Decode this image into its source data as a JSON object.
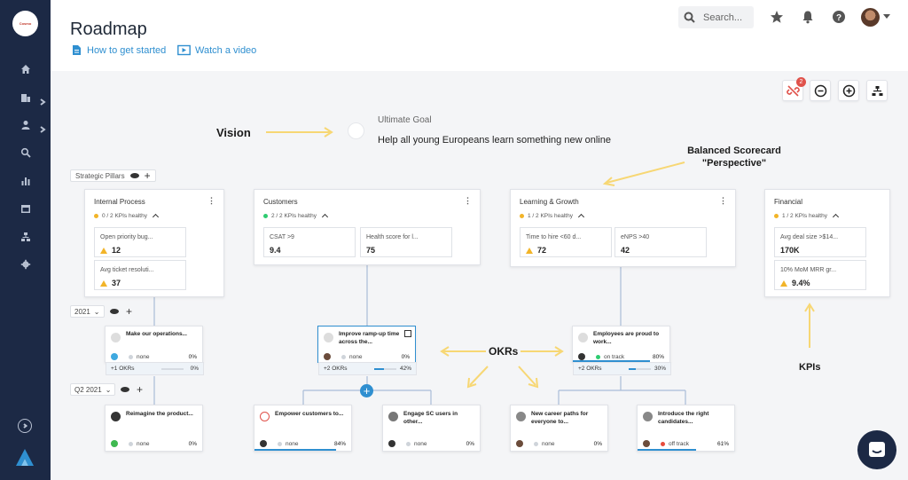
{
  "header": {
    "title": "Roadmap",
    "link_started": "How to get started",
    "link_video": "Watch a video",
    "search_placeholder": "Search..."
  },
  "sidebar": {
    "logo_text": "Cosmo"
  },
  "toolbar": {
    "badge_count": "2"
  },
  "annotations": {
    "vision": "Vision",
    "balanced_line1": "Balanced Scorecard",
    "balanced_line2": "\"Perspective\"",
    "okrs": "OKRs",
    "kpis": "KPIs"
  },
  "vision": {
    "label": "Ultimate Goal",
    "text": "Help all young Europeans learn something new online"
  },
  "pills": {
    "strategic": "Strategic Pillars",
    "year": "2021",
    "quarter": "Q2 2021"
  },
  "pillars": [
    {
      "title": "Internal Process",
      "health": "0 / 2 KPIs healthy",
      "health_color": "#f2b428",
      "kpis": [
        {
          "name": "Open priority bug...",
          "value": "12",
          "warn": true
        },
        {
          "name": "Avg ticket resoluti...",
          "value": "37",
          "warn": true
        }
      ]
    },
    {
      "title": "Customers",
      "health": "2 / 2 KPIs healthy",
      "health_color": "#2ecc71",
      "kpis": [
        {
          "name": "CSAT >9",
          "value": "9.4",
          "warn": false
        },
        {
          "name": "Health score for l...",
          "value": "75",
          "warn": false
        }
      ]
    },
    {
      "title": "Learning & Growth",
      "health": "1 / 2 KPIs healthy",
      "health_color": "#f2b428",
      "kpis": [
        {
          "name": "Time to hire <60 d...",
          "value": "72",
          "warn": true
        },
        {
          "name": "eNPS >40",
          "value": "42",
          "warn": false
        }
      ]
    },
    {
      "title": "Financial",
      "health": "1 / 2 KPIs healthy",
      "health_color": "#f2b428",
      "kpis": [
        {
          "name": "Avg deal size >$14...",
          "value": "170K",
          "warn": false
        },
        {
          "name": "10% MoM MRR gr...",
          "value": "9.4%",
          "warn": true
        }
      ]
    }
  ],
  "okrs_top": [
    {
      "title": "Make our operations...",
      "status": "none",
      "status_color": "#cfd4da",
      "pct": "0%",
      "progress": 0,
      "foot_label": "+1 OKRs",
      "foot_pct": "0%",
      "foot_progress": 0
    },
    {
      "title": "Improve ramp-up time across the...",
      "status": "none",
      "status_color": "#cfd4da",
      "pct": "0%",
      "progress": 0,
      "foot_label": "+2 OKRs",
      "foot_pct": "42%",
      "foot_progress": 0.42
    },
    {
      "title": "Employees are proud to work...",
      "status": "on track",
      "status_color": "#2ecc71",
      "pct": "80%",
      "progress": 0.8,
      "foot_label": "+2 OKRs",
      "foot_pct": "30%",
      "foot_progress": 0.3
    }
  ],
  "okrs_bottom": [
    {
      "title": "Reimagine the product...",
      "status": "none",
      "status_color": "#cfd4da",
      "pct": "0%",
      "progress": 0
    },
    {
      "title": "Empower customers to...",
      "status": "none",
      "status_color": "#cfd4da",
      "pct": "84%",
      "progress": 0.84
    },
    {
      "title": "Engage SC users in other...",
      "status": "none",
      "status_color": "#cfd4da",
      "pct": "0%",
      "progress": 0
    },
    {
      "title": "New career paths for everyone to...",
      "status": "none",
      "status_color": "#cfd4da",
      "pct": "0%",
      "progress": 0
    },
    {
      "title": "Introduce the right candidates...",
      "status": "off track",
      "status_color": "#e74c3c",
      "pct": "61%",
      "progress": 0.61
    }
  ],
  "colors": {
    "sidebar": "#1c2945",
    "accent": "#2f8fd0",
    "arrow": "#f7d774"
  }
}
